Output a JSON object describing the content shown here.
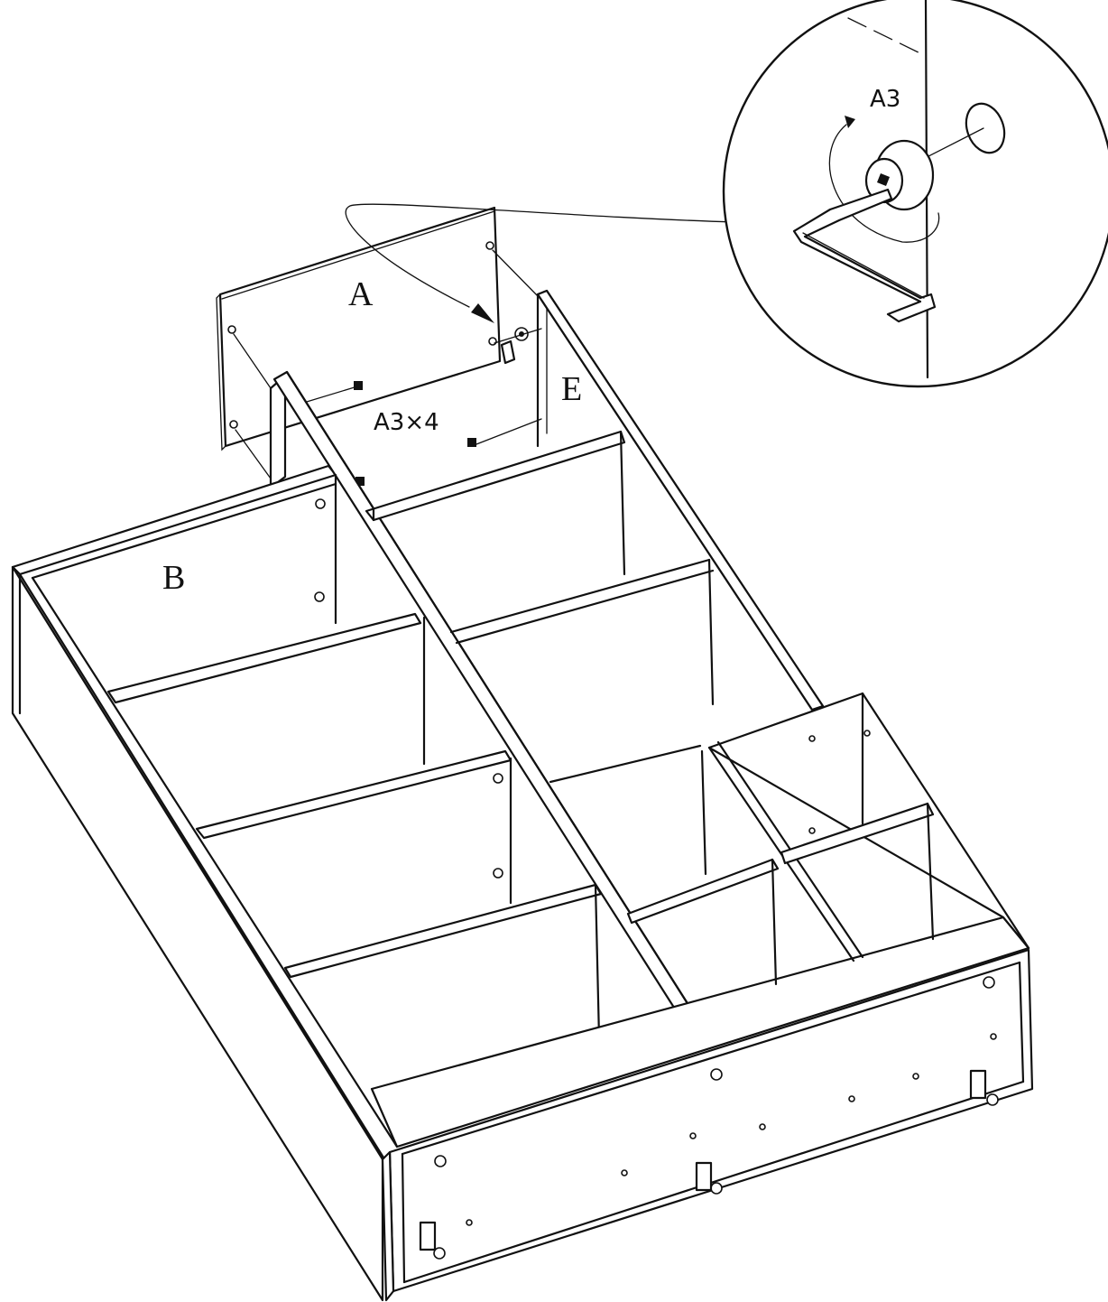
{
  "labels": {
    "panel_a": "A",
    "panel_b": "B",
    "panel_e": "E",
    "fastener_count": "A3×4",
    "detail_part": "A3"
  },
  "icons": [
    "cam-lock-fitting-icon",
    "hex-key-icon",
    "rotation-arrow-icon",
    "dowel-hole-icon"
  ]
}
